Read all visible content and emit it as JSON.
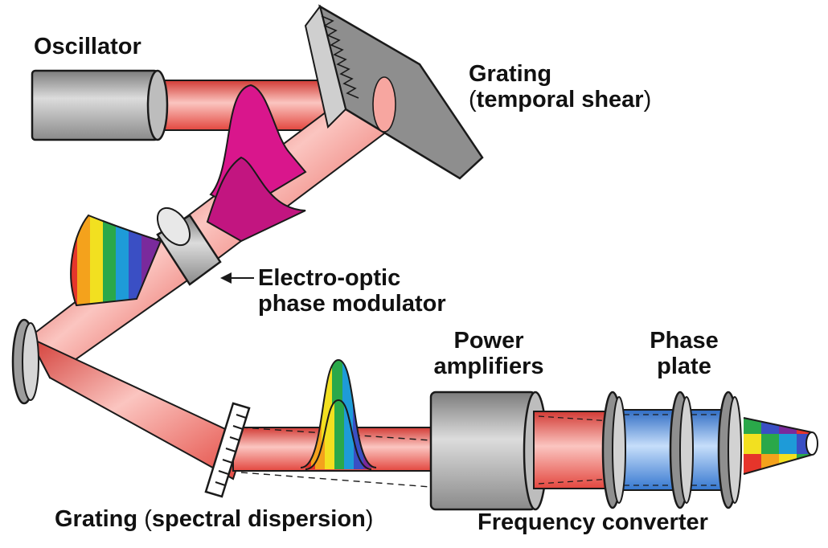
{
  "labels": {
    "oscillator": "Oscillator",
    "grating_temporal": {
      "line1": "Grating",
      "line2_open": "(",
      "line2_text": "temporal shear",
      "line2_close": ")"
    },
    "eo_modulator": {
      "line1": "Electro-optic",
      "line2": "phase modulator"
    },
    "power_amplifiers": {
      "line1": "Power",
      "line2": "amplifiers"
    },
    "phase_plate": {
      "line1": "Phase",
      "line2": "plate"
    },
    "grating_spectral": {
      "word": "Grating",
      "open": "(",
      "text": "spectral dispersion",
      "close": ")"
    },
    "frequency_converter": "Frequency converter"
  },
  "colors": {
    "beam": "#ee5a55",
    "beam_light": "#fbc5c0",
    "beam_dark": "#c93530",
    "pulse": "#d9168c",
    "metal": "#9a9a9a",
    "metal_light": "#d0d0d0",
    "converter_blue": "#3f7fd6",
    "converter_blue_light": "#bcd6f5",
    "spectrum": [
      "#7a2a9c",
      "#3a4fc4",
      "#1e9bd8",
      "#2aa84a",
      "#f2e020",
      "#f4a21c",
      "#e6352b"
    ]
  },
  "icons": [
    "arrow-left-icon"
  ]
}
